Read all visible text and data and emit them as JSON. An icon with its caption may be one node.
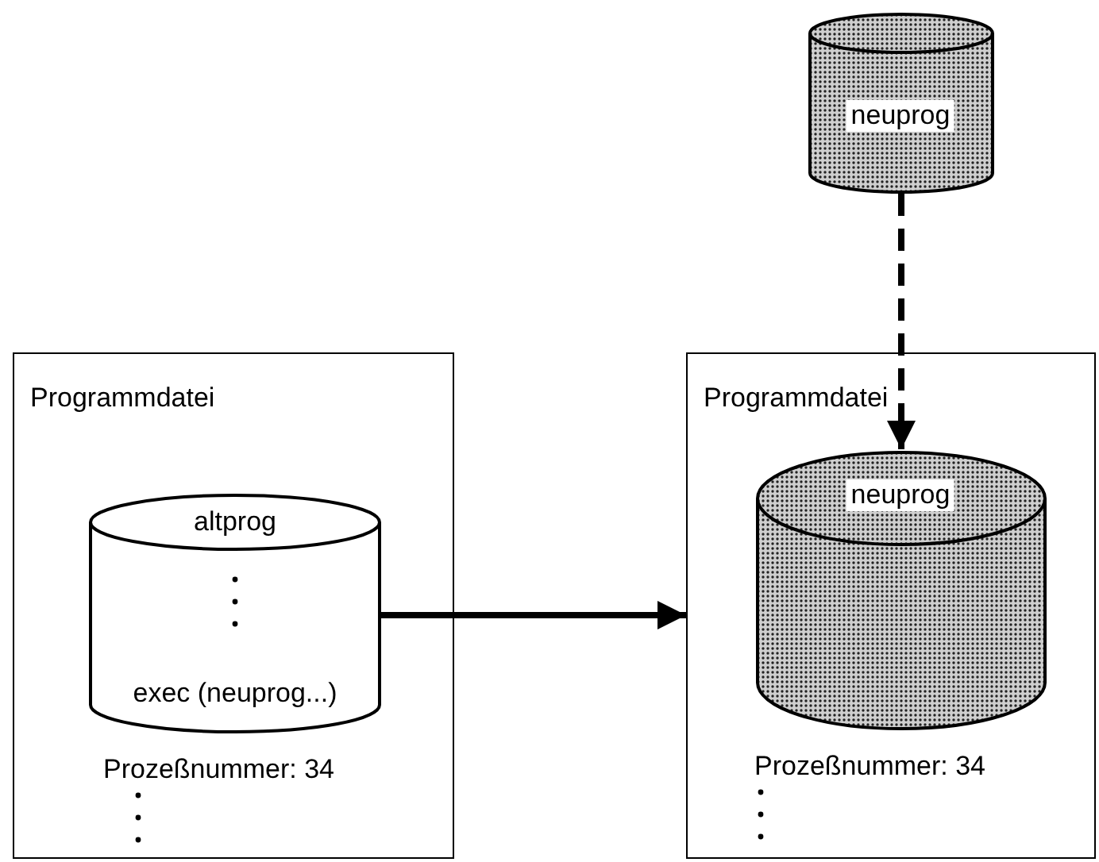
{
  "diagram": {
    "nodes": [
      {
        "text": [
          "neuprog"
        ]
      },
      {
        "text": [
          "Programmdatei",
          "Prozeßnummer: 34"
        ]
      },
      {
        "text": [
          "altprog",
          "exec (neuprog...)"
        ],
        "in": 1
      },
      {
        "text": [
          "Programmdatei",
          "Prozeßnummer: 34"
        ]
      },
      {
        "text": [
          "neuprog"
        ],
        "in": 3
      }
    ],
    "edges": [
      {
        "from": 2,
        "to": 3,
        "arrow": "to"
      },
      {
        "from": 0,
        "to": 4,
        "arrow": "to",
        "style": "dashed"
      }
    ]
  }
}
